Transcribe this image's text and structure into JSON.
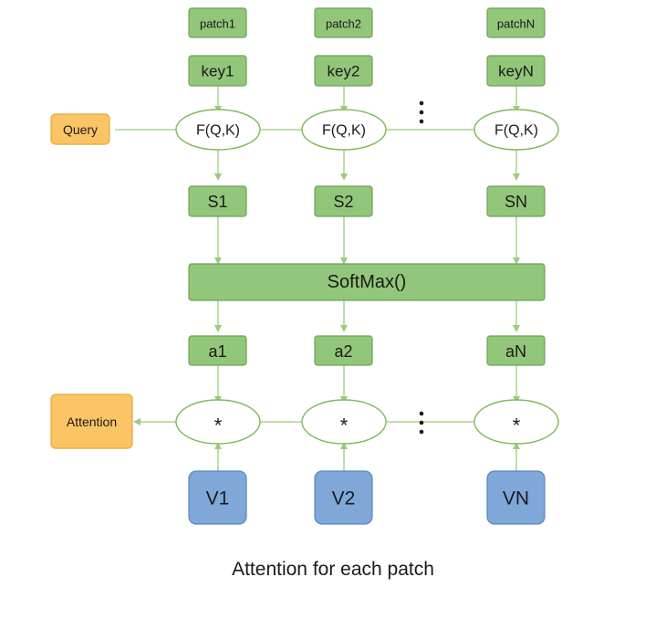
{
  "columns": [
    {
      "patch": "patch1",
      "key": "key1",
      "score": "S1",
      "weight": "a1",
      "value": "V1"
    },
    {
      "patch": "patch2",
      "key": "key2",
      "score": "S2",
      "weight": "a2",
      "value": "V2"
    },
    {
      "patch": "patchN",
      "key": "keyN",
      "score": "SN",
      "weight": "aN",
      "value": "VN"
    }
  ],
  "function_label": "F(Q,K)",
  "multiply_label": "*",
  "query_label": "Query",
  "attention_label": "Attention",
  "softmax_label": "SoftMax()",
  "caption": "Attention for each patch",
  "colors": {
    "green_box": "#92c67a",
    "blue_box": "#7fa7d8",
    "orange_box": "#fbc566",
    "line": "#9ccb7f"
  }
}
